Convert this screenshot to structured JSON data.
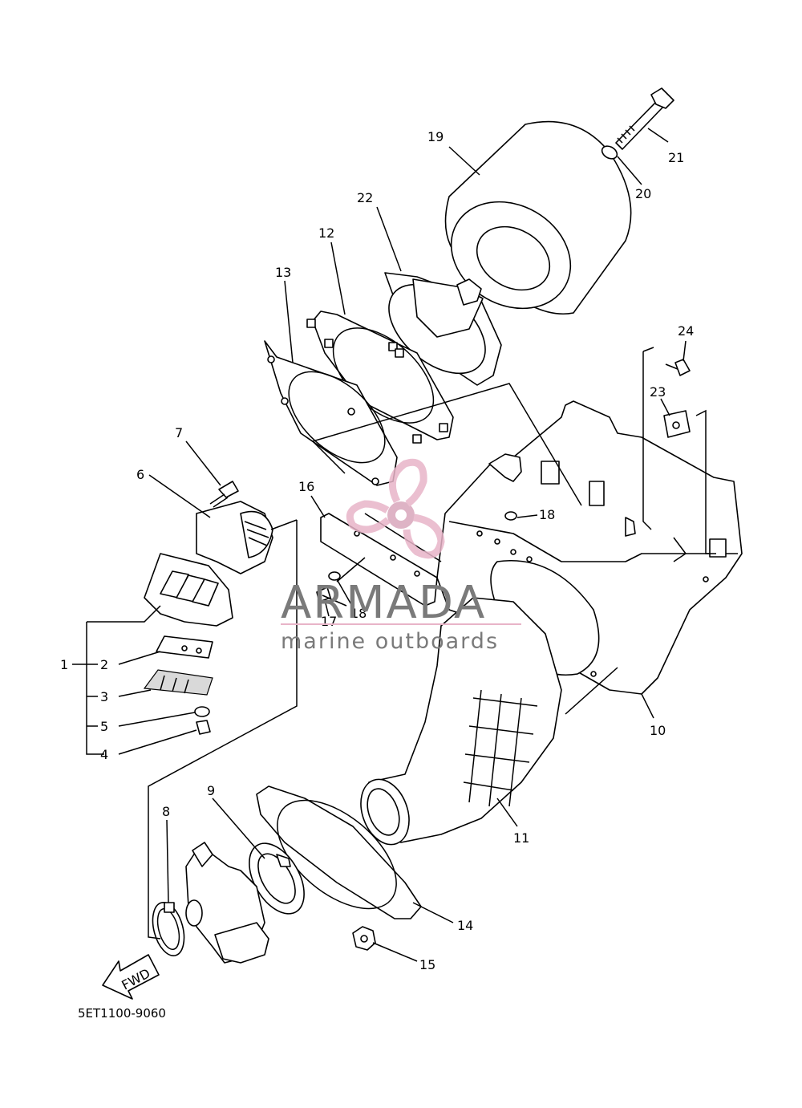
{
  "diagram": {
    "document_number": "5ET1100-9060",
    "fwd_arrow_label": "FWD",
    "watermark": {
      "title": "ARMADA",
      "subtitle": "marine outboards",
      "color": "#e8b4c8"
    },
    "callouts": [
      {
        "id": "1",
        "label": "1"
      },
      {
        "id": "2",
        "label": "2"
      },
      {
        "id": "3",
        "label": "3"
      },
      {
        "id": "4",
        "label": "4"
      },
      {
        "id": "5",
        "label": "5"
      },
      {
        "id": "6",
        "label": "6"
      },
      {
        "id": "7",
        "label": "7"
      },
      {
        "id": "8",
        "label": "8"
      },
      {
        "id": "9",
        "label": "9"
      },
      {
        "id": "10",
        "label": "10"
      },
      {
        "id": "11",
        "label": "11"
      },
      {
        "id": "12",
        "label": "12"
      },
      {
        "id": "13",
        "label": "13"
      },
      {
        "id": "14",
        "label": "14"
      },
      {
        "id": "15",
        "label": "15"
      },
      {
        "id": "16",
        "label": "16"
      },
      {
        "id": "17",
        "label": "17"
      },
      {
        "id": "18a",
        "label": "18"
      },
      {
        "id": "18b",
        "label": "18"
      },
      {
        "id": "19",
        "label": "19"
      },
      {
        "id": "20",
        "label": "20"
      },
      {
        "id": "21",
        "label": "21"
      },
      {
        "id": "22",
        "label": "22"
      },
      {
        "id": "23",
        "label": "23"
      },
      {
        "id": "24",
        "label": "24"
      }
    ]
  }
}
